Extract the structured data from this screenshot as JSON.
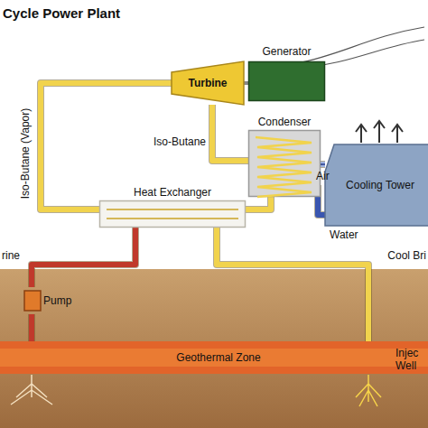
{
  "diagram": {
    "title": "Cycle Power Plant",
    "nodes": [
      {
        "text": [
          "Turbine"
        ]
      },
      {
        "text": [
          "Generator"
        ]
      },
      {
        "text": [
          "Condenser"
        ]
      },
      {
        "text": [
          "Cooling Tower"
        ]
      },
      {
        "text": [
          "Heat Exchanger"
        ]
      },
      {
        "text": [
          "Pump"
        ]
      },
      {
        "text": [
          "Geothermal Zone"
        ]
      }
    ],
    "edges": [
      {
        "from": 4,
        "to": 0,
        "arrow": "none"
      },
      {
        "from": 0,
        "to": 1,
        "arrow": "none"
      },
      {
        "from": 0,
        "to": 2,
        "arrow": "none"
      },
      {
        "from": 2,
        "to": 4,
        "arrow": "none"
      },
      {
        "from": 3,
        "to": 2,
        "arrow": "to"
      },
      {
        "from": 2,
        "to": 3,
        "arrow": "none"
      },
      {
        "from": 5,
        "to": 4,
        "arrow": "none"
      },
      {
        "from": 4,
        "to": 6,
        "arrow": "none"
      },
      {
        "from": 6,
        "to": 5,
        "arrow": "none"
      }
    ],
    "labels": [
      "Iso-Butane (Vapor)",
      "Iso-Butane",
      "Air",
      "Water",
      "rine",
      "Cool Bri",
      "Injec Well"
    ]
  }
}
